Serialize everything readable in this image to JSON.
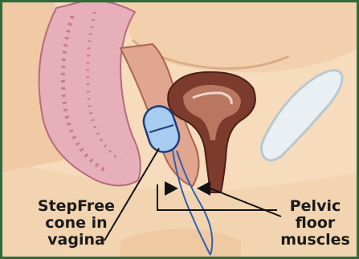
{
  "labels": {
    "cone": [
      "StepFree",
      "cone in",
      "vagina"
    ],
    "muscles": [
      "Pelvic",
      "floor",
      "muscles"
    ]
  },
  "colors": {
    "border": "#2e6b3a",
    "skin": "#f5d9b6",
    "skin_shadow": "#e9c69c",
    "colon": "#e4a8b4",
    "colon_dark": "#b8687a",
    "uterus": "#7a3a2c",
    "uterus_inner": "#b5735e",
    "cone": "#9cc3ee",
    "cone_outline": "#1e3c78",
    "string": "#2f5fb0",
    "bone": "#e8eef2",
    "arrow": "#111111"
  }
}
